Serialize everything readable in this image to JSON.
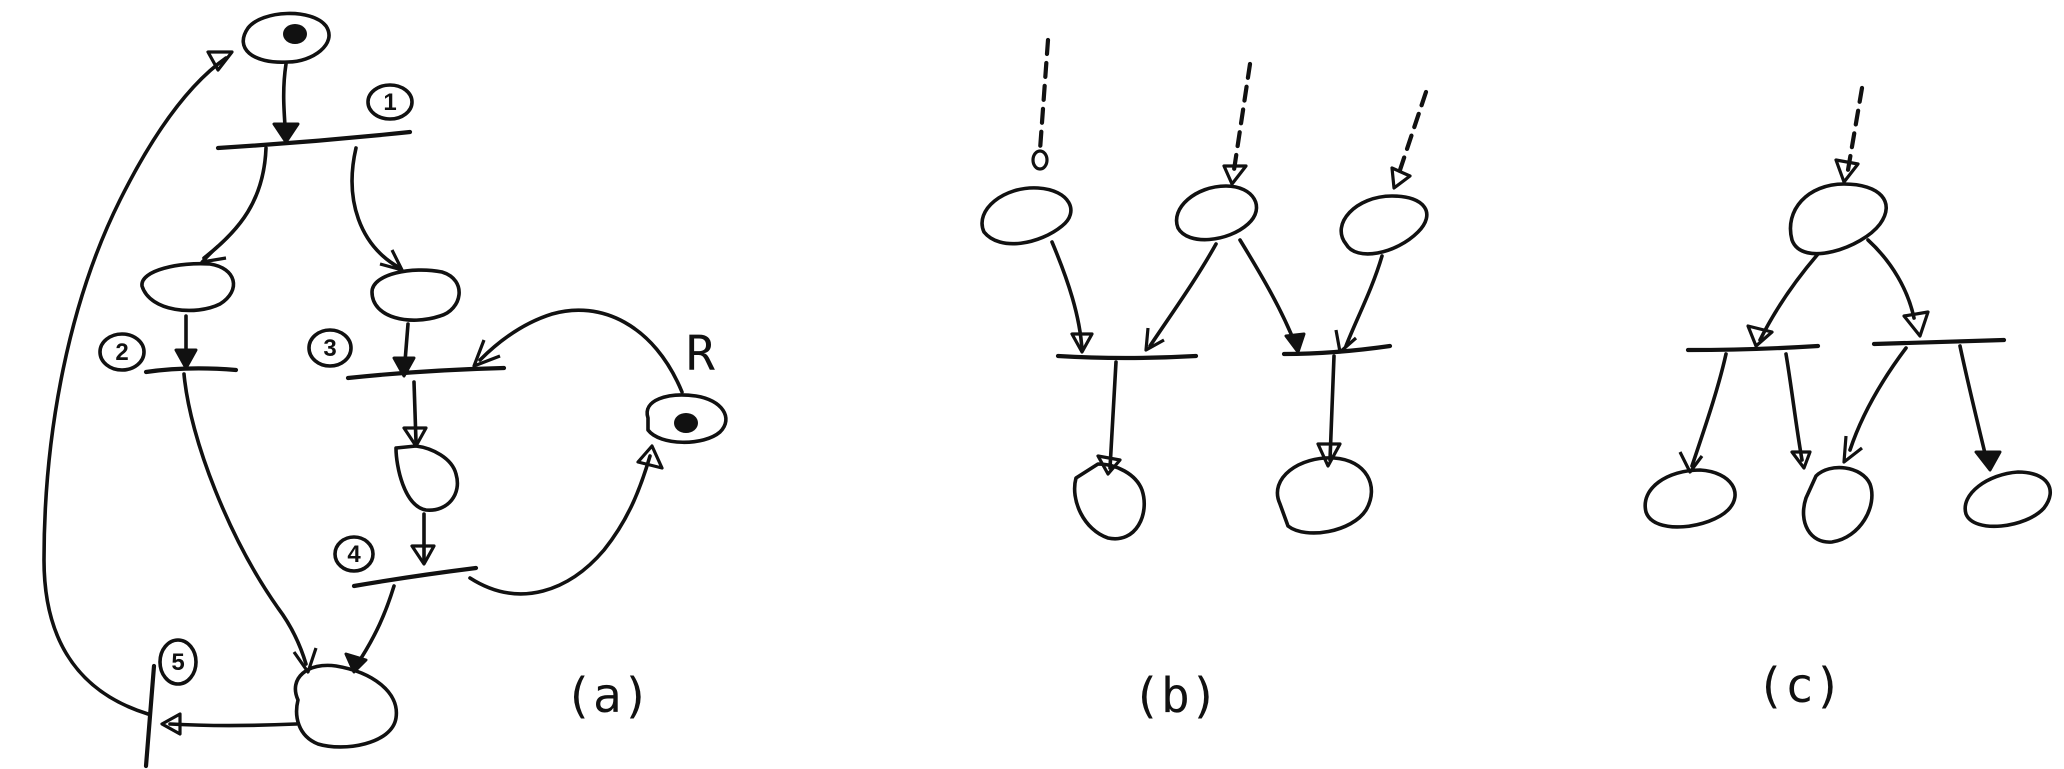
{
  "panels": {
    "a": {
      "caption": "(a)",
      "resource_label": "R",
      "transitions": [
        "1",
        "2",
        "3",
        "4",
        "5"
      ]
    },
    "b": {
      "caption": "(b)"
    },
    "c": {
      "caption": "(c)"
    }
  }
}
